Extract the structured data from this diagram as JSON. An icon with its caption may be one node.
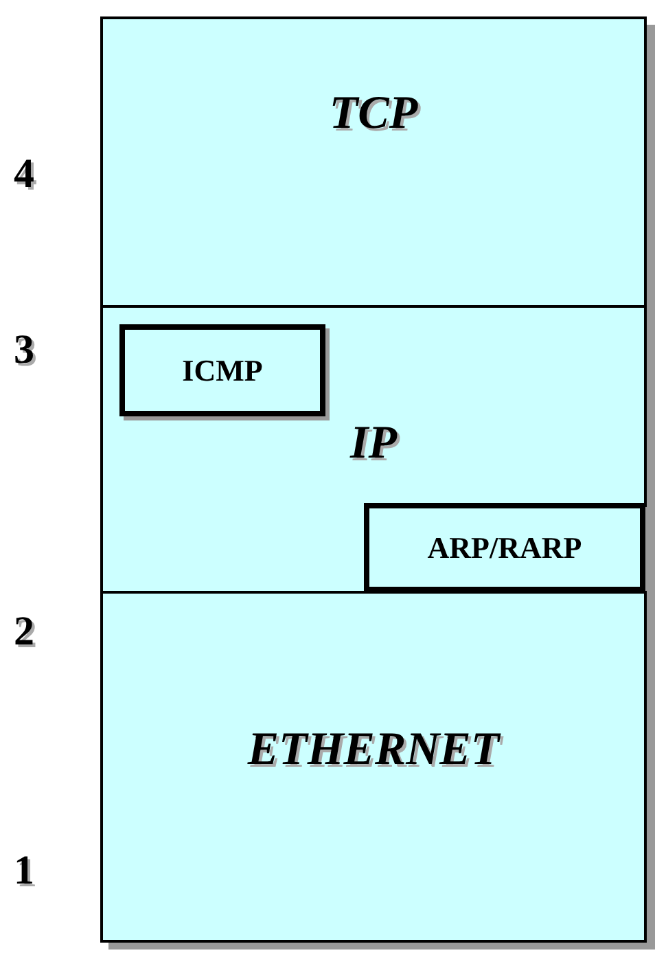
{
  "diagram": {
    "nodes": [
      {
        "text": [
          "TCP"
        ]
      },
      {
        "text": [
          "IP"
        ]
      },
      {
        "text": [
          "ICMP"
        ],
        "in": 1
      },
      {
        "text": [
          "ARP/RARP"
        ],
        "in": 1
      },
      {
        "text": [
          "ETHERNET"
        ]
      }
    ],
    "labels": [
      "4",
      "3",
      "2",
      "1"
    ]
  }
}
